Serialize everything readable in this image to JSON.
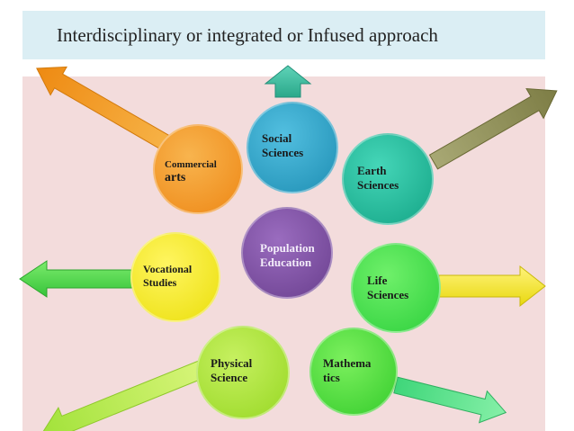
{
  "title": "Interdisciplinary  or integrated or Infused approach",
  "center": {
    "line1": "Population",
    "line2": "Education"
  },
  "nodes": {
    "social": {
      "line1": "Social",
      "line2": "Sciences"
    },
    "earth": {
      "line1": "Earth",
      "line2": "Sciences"
    },
    "life": {
      "line1": "Life",
      "line2": "Sciences"
    },
    "math": {
      "line1": "Mathema",
      "line2": "tics"
    },
    "physical": {
      "line1": "Physical",
      "line2": "Science"
    },
    "vocational": {
      "line1": "Vocational",
      "line2": "Studies"
    },
    "commercial": {
      "line1": "Commercial",
      "line2": "arts"
    }
  },
  "colors": {
    "purple": "#7a4c9e",
    "teal": "#2b9fbf",
    "sea": "#22b49a",
    "green": "#3fd64a",
    "lime": "#a9e232",
    "yellow": "#f2e81a",
    "orange": "#f29a22",
    "olive": "#8d8d55"
  }
}
